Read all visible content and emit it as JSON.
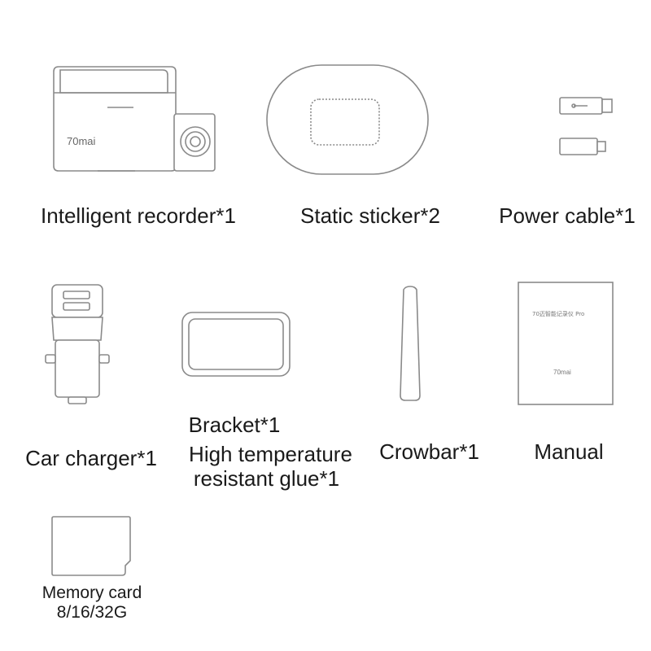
{
  "items": {
    "recorder": {
      "label": "Intelligent recorder*1",
      "brand": "70mai",
      "icon": "dashcam-icon"
    },
    "sticker": {
      "label": "Static sticker*2",
      "icon": "static-sticker-icon"
    },
    "cable": {
      "label": "Power cable*1",
      "icon": "usb-cable-icon"
    },
    "charger": {
      "label": "Car charger*1",
      "icon": "car-charger-icon"
    },
    "bracket": {
      "label_line1": "Bracket*1",
      "label_line2": "High temperature",
      "label_line3": "resistant glue*1",
      "icon": "bracket-pad-icon"
    },
    "crowbar": {
      "label": "Crowbar*1",
      "icon": "crowbar-icon"
    },
    "manual": {
      "label": "Manual",
      "cover_title": "70迈智能记录仪 Pro",
      "cover_brand": "70mai",
      "icon": "manual-booklet-icon"
    },
    "memory": {
      "label_line1": "Memory card",
      "label_line2": "8/16/32G",
      "icon": "memory-card-icon"
    }
  },
  "colors": {
    "outline": "#8a8a8a",
    "text": "#1a1a1a",
    "background": "#ffffff"
  }
}
